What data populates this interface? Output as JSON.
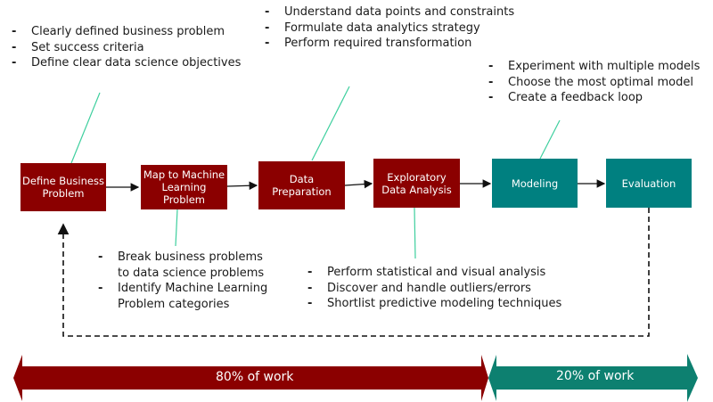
{
  "steps": [
    {
      "label_lines": [
        "Define Business",
        "Problem"
      ],
      "color": "#8b0000"
    },
    {
      "label_lines": [
        "Map to Machine",
        "Learning",
        "Problem"
      ],
      "color": "#8b0000"
    },
    {
      "label_lines": [
        "Data",
        "Preparation"
      ],
      "color": "#8b0000"
    },
    {
      "label_lines": [
        "Exploratory",
        "Data Analysis"
      ],
      "color": "#8b0000"
    },
    {
      "label_lines": [
        "Modeling"
      ],
      "color": "#008080"
    },
    {
      "label_lines": [
        "Evaluation"
      ],
      "color": "#008080"
    }
  ],
  "notes": {
    "define_business": [
      "Clearly defined business problem",
      "Set success criteria",
      "Define clear data science objectives"
    ],
    "data_preparation": [
      "Understand data points and constraints",
      "Formulate data analytics strategy",
      "Perform required transformation"
    ],
    "modeling": [
      "Experiment with multiple models",
      "Choose the most optimal model",
      "Create a feedback loop"
    ],
    "map_to_ml": [
      "Break business problems to data science problems",
      "Identify Machine Learning Problem categories"
    ],
    "eda": [
      "Perform statistical and visual analysis",
      "Discover and handle outliers/errors",
      "Shortlist predictive modeling techniques"
    ]
  },
  "bands": {
    "left": {
      "label": "80% of work",
      "color": "#8b0000"
    },
    "right": {
      "label": "20% of work",
      "color": "#0d8070"
    }
  },
  "bullet": "-",
  "connector_color": "#3ecf9e"
}
